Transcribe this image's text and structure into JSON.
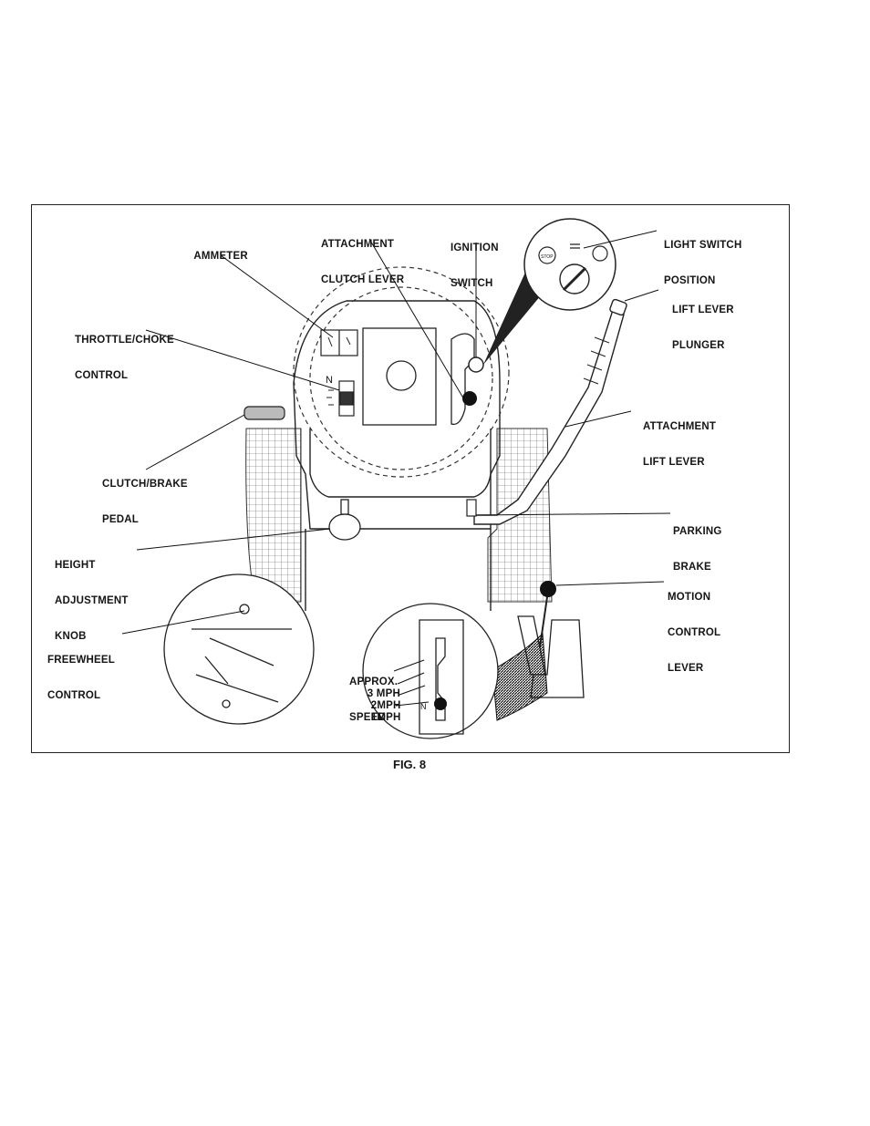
{
  "labels": {
    "ammeter": "AMMETER",
    "attachment_clutch_lever_1": "ATTACHMENT",
    "attachment_clutch_lever_2": "CLUTCH LEVER",
    "ignition_switch_1": "IGNITION",
    "ignition_switch_2": "SWITCH",
    "light_switch_position_1": "LIGHT SWITCH",
    "light_switch_position_2": "POSITION",
    "lift_lever_plunger_1": "LIFT LEVER",
    "lift_lever_plunger_2": "PLUNGER",
    "throttle_choke_1": "THROTTLE/CHOKE",
    "throttle_choke_2": "CONTROL",
    "attachment_lift_lever_1": "ATTACHMENT",
    "attachment_lift_lever_2": "LIFT LEVER",
    "clutch_brake_pedal_1": "CLUTCH/BRAKE",
    "clutch_brake_pedal_2": "PEDAL",
    "parking_brake_1": "PARKING",
    "parking_brake_2": "BRAKE",
    "height_adjustment_1": "HEIGHT",
    "height_adjustment_2": "ADJUSTMENT",
    "height_adjustment_3": "KNOB",
    "motion_control_1": "MOTION",
    "motion_control_2": "CONTROL",
    "motion_control_3": "LEVER",
    "freewheel_1": "FREEWHEEL",
    "freewheel_2": "CONTROL",
    "approx_speed_1": "APPROX.",
    "approx_speed_2": "SPEED",
    "speed_3": "3 MPH",
    "speed_2": "2MPH",
    "speed_1": "1MPH",
    "stop_marker": "STOP",
    "neutral_marker": "N"
  },
  "caption": "FIG. 8"
}
